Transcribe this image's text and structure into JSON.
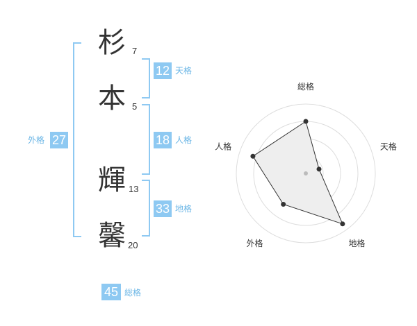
{
  "name": {
    "chars": [
      {
        "char": "杉",
        "strokes": "7"
      },
      {
        "char": "本",
        "strokes": "5"
      },
      {
        "char": "輝",
        "strokes": "13"
      },
      {
        "char": "馨",
        "strokes": "20"
      }
    ]
  },
  "kaku": {
    "tenkaku": {
      "value": "12",
      "label": "天格"
    },
    "jinkaku": {
      "value": "18",
      "label": "人格"
    },
    "chikaku": {
      "value": "33",
      "label": "地格"
    },
    "gaikaku": {
      "value": "27",
      "label": "外格"
    },
    "soukaku": {
      "value": "45",
      "label": "総格"
    }
  },
  "colors": {
    "accent": "#8ec9f2",
    "label_text": "#6bb6e6",
    "polygon_fill": "#eeeeee"
  },
  "chart_data": {
    "type": "radar",
    "axes": [
      "総格",
      "天格",
      "地格",
      "外格",
      "人格"
    ],
    "values": [
      0.75,
      0.2,
      0.9,
      0.55,
      0.8
    ],
    "rings": 4
  }
}
